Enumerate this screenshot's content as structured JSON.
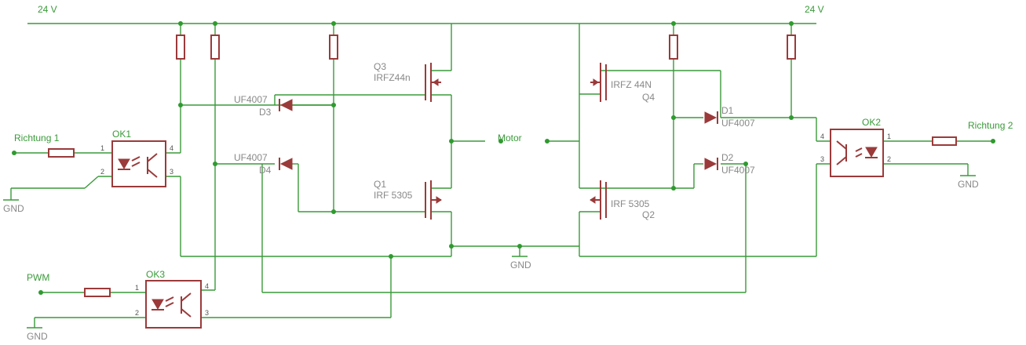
{
  "nets": {
    "supply_left": "24 V",
    "supply_right": "24 V",
    "motor": "Motor",
    "richtung1": "Richtung 1",
    "richtung2": "Richtung 2",
    "pwm": "PWM",
    "gnd_ok1": "GND",
    "gnd_center": "GND",
    "gnd_ok3": "GND",
    "gnd_ok2": "GND"
  },
  "components": {
    "ok1": {
      "name": "OK1",
      "pin1": "1",
      "pin2": "2",
      "pin3": "3",
      "pin4": "4"
    },
    "ok2": {
      "name": "OK2",
      "pin1": "1",
      "pin2": "2",
      "pin3": "3",
      "pin4": "4"
    },
    "ok3": {
      "name": "OK3",
      "pin1": "1",
      "pin2": "2",
      "pin3": "3",
      "pin4": "4"
    },
    "q3": {
      "name": "Q3",
      "type": "IRFZ44n"
    },
    "q1": {
      "name": "Q1",
      "type": "IRF 5305"
    },
    "q4": {
      "name": "Q4",
      "type": "IRFZ 44N"
    },
    "q2": {
      "name": "Q2",
      "type": "IRF 5305"
    },
    "d3": {
      "name": "D3",
      "type": "UF4007"
    },
    "d4": {
      "name": "D4",
      "type": "UF4007"
    },
    "d1": {
      "name": "D1",
      "type": "UF4007"
    },
    "d2": {
      "name": "D2",
      "type": "UF4007"
    }
  },
  "colors": {
    "wire": "#3a9a3a",
    "component": "#9b3a3a",
    "label": "#888888",
    "background": "#ffffff"
  }
}
